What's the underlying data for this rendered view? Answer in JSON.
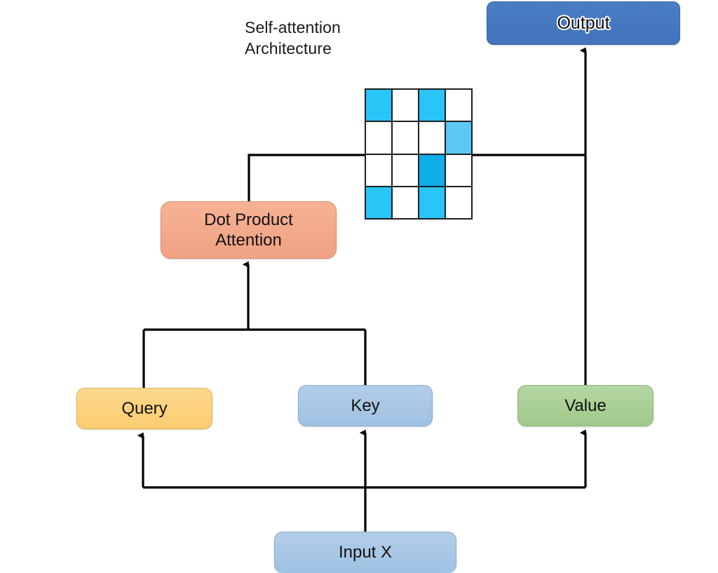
{
  "title": "Self-attention\nArchitecture",
  "nodes": {
    "output": {
      "label": "Output",
      "color": "#4a7ec4"
    },
    "attention": {
      "label": "Dot Product\nAttention",
      "color": "#f4aa8c"
    },
    "query": {
      "label": "Query",
      "color": "#fcd581"
    },
    "key": {
      "label": "Key",
      "color": "#a8c6e5"
    },
    "value": {
      "label": "Value",
      "color": "#a9ce92"
    },
    "input": {
      "label": "Input X",
      "color": "#a8c6e5"
    }
  },
  "attention_matrix": {
    "rows": 4,
    "cols": 4,
    "palette": {
      "empty": "#ffffff",
      "cyan": "#29c5f6",
      "light": "#5bc8f5",
      "dark": "#0faee8",
      "border": "#1c1f22"
    },
    "cells": [
      [
        "cyan",
        "empty",
        "cyan",
        "empty"
      ],
      [
        "empty",
        "empty",
        "empty",
        "light"
      ],
      [
        "empty",
        "empty",
        "dark",
        "empty"
      ],
      [
        "cyan",
        "empty",
        "cyan",
        "empty"
      ]
    ]
  },
  "connectors": [
    {
      "name": "input-to-bus",
      "from": "input",
      "to": "fanout-bus"
    },
    {
      "name": "bus-to-query",
      "from": "fanout-bus",
      "to": "query"
    },
    {
      "name": "bus-to-key",
      "from": "fanout-bus",
      "to": "key"
    },
    {
      "name": "bus-to-value",
      "from": "fanout-bus",
      "to": "value"
    },
    {
      "name": "query-to-join",
      "from": "query",
      "to": "qk-bus"
    },
    {
      "name": "key-to-join",
      "from": "key",
      "to": "qk-bus"
    },
    {
      "name": "qk-bus-to-attention",
      "from": "qk-bus",
      "to": "attention"
    },
    {
      "name": "attention-to-matrix-line",
      "from": "attention",
      "to": "attention-matrix"
    },
    {
      "name": "value-to-output",
      "from": "value",
      "to": "output"
    }
  ],
  "stroke": "#000000"
}
